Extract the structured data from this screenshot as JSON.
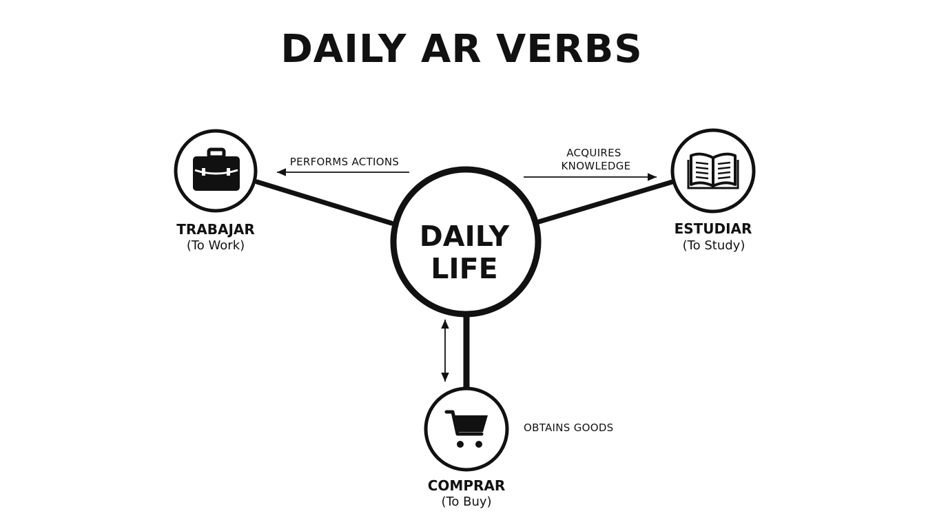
{
  "title": "DAILY AR VERBS",
  "center": {
    "line1": "DAILY",
    "line2": "LIFE"
  },
  "nodes": {
    "trabajar": {
      "verb": "TRABAJAR",
      "translation": "(To Work)",
      "relation": "PERFORMS ACTIONS",
      "icon": "briefcase-icon"
    },
    "estudiar": {
      "verb": "ESTUDIAR",
      "translation": "(To Study)",
      "relation_line1": "ACQUIRES",
      "relation_line2": "KNOWLEDGE",
      "icon": "open-book-icon"
    },
    "comprar": {
      "verb": "COMPRAR",
      "translation": "(To Buy)",
      "relation": "OBTAINS GOODS",
      "icon": "shopping-cart-icon"
    }
  },
  "colors": {
    "ink": "#111111",
    "background": "#ffffff"
  }
}
